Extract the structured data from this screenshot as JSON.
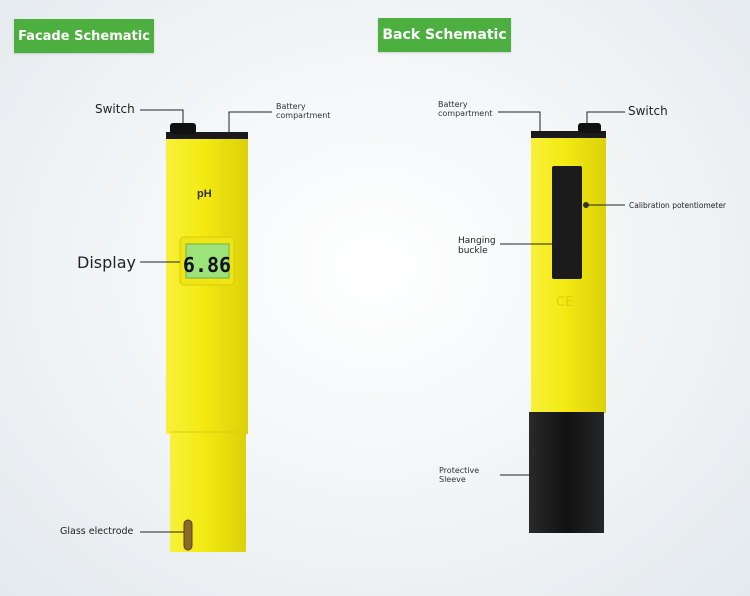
{
  "facade": {
    "title": "Facade Schematic",
    "labels": {
      "switch": "Switch",
      "battery": "Battery\ncompartment",
      "display": "Display",
      "glass": "Glass electrode"
    },
    "device": {
      "ph_text": "pH",
      "reading": "6.86"
    }
  },
  "back": {
    "title": "Back Schematic",
    "labels": {
      "battery": "Battery\ncompartment",
      "switch": "Switch",
      "calibration": "Calibration potentiometer",
      "hanging": "Hanging\nbuckle",
      "sleeve": "Protective\nSleeve"
    },
    "device": {
      "ce_mark": "CE"
    }
  },
  "colors": {
    "accent_green": "#4caf3f",
    "body_yellow": "#f5ec1c",
    "lcd_green": "#9ee27a",
    "cap_black": "#1a1a1a"
  }
}
